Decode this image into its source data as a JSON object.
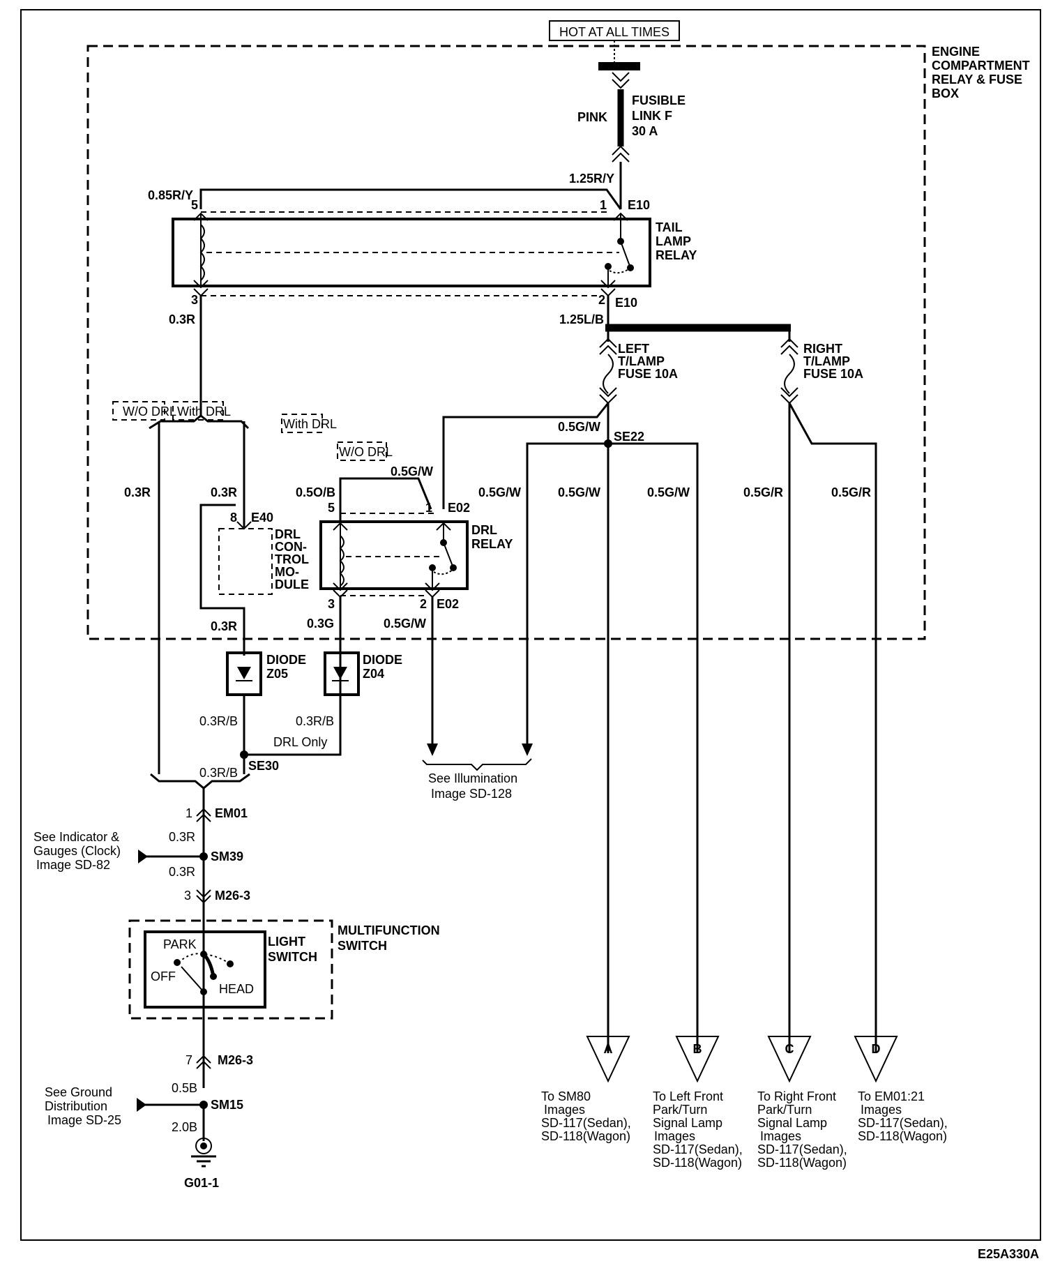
{
  "diagram": {
    "title_tag": "HOT AT ALL TIMES",
    "figure_id": "E25A330A",
    "engine_box": {
      "label": [
        "ENGINE",
        "COMPARTMENT",
        "RELAY & FUSE",
        "BOX"
      ]
    },
    "fusible_link": {
      "label": [
        "FUSIBLE",
        "LINK F",
        "30 A"
      ],
      "color_label": "PINK"
    },
    "wires": {
      "w_125ry": "1.25R/Y",
      "w_085ry": "0.85R/Y",
      "w_03r_tl": "0.3R",
      "w_125lb": "1.25L/B",
      "w_05gw_fuse": "0.5G/W",
      "w_03r_wo": "0.3R",
      "w_03r_with": "0.3R",
      "w_05ob": "0.5O/B",
      "w_05gw_drl1": "0.5G/W",
      "w_05gw_wo": "0.5G/W",
      "w_05gw_a": "0.5G/W",
      "w_05gw_b": "0.5G/W",
      "w_05gr_c": "0.5G/R",
      "w_05gr_d": "0.5G/R",
      "w_03r_mod": "0.3R",
      "w_03g": "0.3G",
      "w_05gw_e02": "0.5G/W",
      "w_03rb_z05": "0.3R/B",
      "w_03rb_z04": "0.3R/B",
      "w_03rb_se30": "0.3R/B",
      "w_03r_em01": "0.3R",
      "w_03r_sm39": "0.3R",
      "w_05b": "0.5B",
      "w_20b": "2.0B"
    },
    "tail_lamp_relay": {
      "label": [
        "TAIL",
        "LAMP",
        "RELAY"
      ],
      "pin5": "5",
      "pin1": "1",
      "pin3": "3",
      "pin2": "2",
      "conn_top": "E10",
      "conn_bot": "E10"
    },
    "left_fuse": {
      "label": [
        "LEFT",
        "T/LAMP",
        "FUSE 10A"
      ]
    },
    "right_fuse": {
      "label": [
        "RIGHT",
        "T/LAMP",
        "FUSE 10A"
      ]
    },
    "options": {
      "wo_drl_1": "W/O DRL",
      "with_drl_1": "With DRL",
      "with_drl_2": "With DRL",
      "wo_drl_2": "W/O DRL"
    },
    "splices": {
      "se22": "SE22",
      "se30": "SE30",
      "sm39": "SM39",
      "sm15": "SM15"
    },
    "drl_module": {
      "label": [
        "DRL",
        "CON-",
        "TROL",
        "MO-",
        "DULE"
      ],
      "pin": "8",
      "conn": "E40"
    },
    "drl_relay": {
      "label": [
        "DRL",
        "RELAY"
      ],
      "pin5": "5",
      "pin1": "1",
      "pin3": "3",
      "pin2": "2",
      "conn_top": "E02",
      "conn_bot": "E02"
    },
    "diode_z05": {
      "label": [
        "DIODE",
        "Z05"
      ]
    },
    "diode_z04": {
      "label": [
        "DIODE",
        "Z04"
      ]
    },
    "drl_only": "DRL Only",
    "illumination_ref": [
      "See Illumination",
      "Image  SD-128"
    ],
    "em01": {
      "pin": "1",
      "conn": "EM01"
    },
    "indicator_ref": [
      "See Indicator &",
      "Gauges (Clock)",
      "Image  SD-82"
    ],
    "m26_top": {
      "pin": "3",
      "conn": "M26-3"
    },
    "multifunction_switch": {
      "label": [
        "MULTIFUNCTION",
        "SWITCH"
      ]
    },
    "light_switch": {
      "label": [
        "LIGHT",
        "SWITCH"
      ],
      "positions": {
        "park": "PARK",
        "off": "OFF",
        "head": "HEAD"
      }
    },
    "m26_bot": {
      "pin": "7",
      "conn": "M26-3"
    },
    "ground_ref": [
      "See Ground",
      "Distribution",
      "Image  SD-25"
    ],
    "ground": "G01-1",
    "connectors": [
      {
        "letter": "A",
        "text": [
          "To SM80",
          "Images",
          "SD-117(Sedan),",
          "SD-118(Wagon)"
        ]
      },
      {
        "letter": "B",
        "text": [
          "To Left Front",
          "Park/Turn",
          "Signal Lamp",
          "Images",
          "SD-117(Sedan),",
          "SD-118(Wagon)"
        ]
      },
      {
        "letter": "C",
        "text": [
          "To Right Front",
          "Park/Turn",
          "Signal Lamp",
          "Images",
          "SD-117(Sedan),",
          "SD-118(Wagon)"
        ]
      },
      {
        "letter": "D",
        "text": [
          "To EM01:21",
          "Images",
          "SD-117(Sedan),",
          "SD-118(Wagon)"
        ]
      }
    ]
  }
}
